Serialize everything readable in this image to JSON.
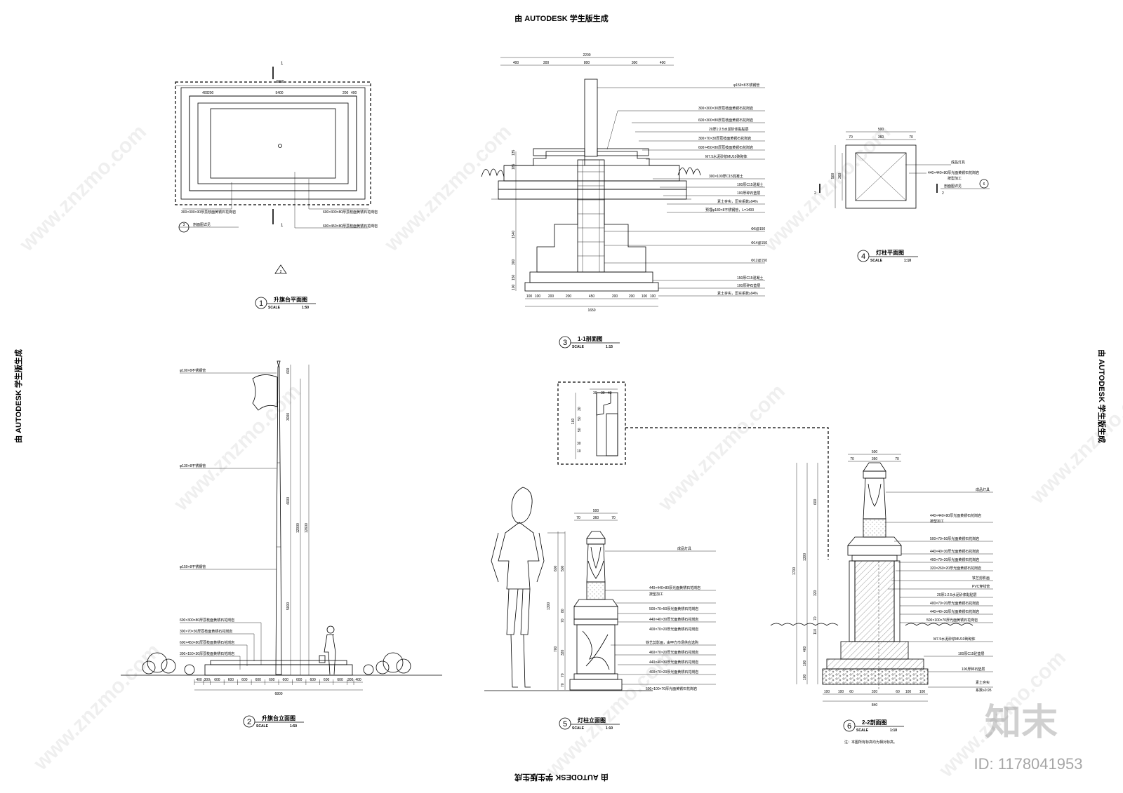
{
  "banners": {
    "top": "由 AUTODESK 学生版生成",
    "bottom": "由 AUTODESK 学生版生成",
    "left": "由 AUTODESK 学生版生成",
    "right": "由 AUTODESK 学生版生成"
  },
  "watermark": {
    "text": "www.znzmo.com",
    "logo": "知末",
    "id": "ID: 1178041953"
  },
  "drawings": [
    {
      "num": "1",
      "title": "升旗台平面图",
      "scale_word": "SCALE",
      "scale": "1:50"
    },
    {
      "num": "3",
      "title": "1-1剖面图",
      "scale_word": "SCALE",
      "scale": "1:15"
    },
    {
      "num": "4",
      "title": "灯柱平面图",
      "scale_word": "SCALE",
      "scale": "1:10"
    },
    {
      "num": "2",
      "title": "升旗台立面图",
      "scale_word": "SCALE",
      "scale": "1:50"
    },
    {
      "num": "5",
      "title": "灯柱立面图",
      "scale_word": "SCALE",
      "scale": "1:10"
    },
    {
      "num": "6",
      "title": "2-2剖面图",
      "scale_word": "SCALE",
      "scale": "1:10"
    }
  ],
  "plan": {
    "section_mark": "1",
    "callout_num": "3",
    "callout_text": "剖面图详见",
    "dims_top": [
      "400",
      "200",
      "5400",
      "200",
      "400"
    ],
    "total": "6800",
    "notes": [
      "300×300×30厚荔枝面黄锈石花岗岩",
      "600×300×80厚荔枝面黄锈石花岗岩",
      "600×450×80厚荔枝面黄锈石花岗岩"
    ]
  },
  "section11": {
    "dims_top_total": "2200",
    "dims_top": [
      "400",
      "300",
      "800",
      "300",
      "400"
    ],
    "dims_bottom": [
      "100",
      "100",
      "200",
      "200",
      "450",
      "200",
      "200",
      "100",
      "100"
    ],
    "dims_bottom_total": "1650",
    "dims_left": [
      "135",
      "185",
      "1540",
      "300",
      "150",
      "100"
    ],
    "notes": [
      "φ159×8不锈钢管",
      "300×300×30厚荔枝面黄锈石花岗岩",
      "600×300×80厚荔枝面黄锈石花岗岩",
      "20厚1:2.5水泥砂浆黏贴层",
      "300×70×30厚荔枝面黄锈石花岗岩",
      "600×450×80厚荔枝面黄锈石花岗岩",
      "M7.5水泥砂浆MU10砖砌体",
      "300×100厚C15混凝土",
      "100厚C15混凝土",
      "100厚碎石垫层",
      "素土夯实，压实系数≥94%",
      "预埋φ180×8不锈钢管，L=1400",
      "Φ6@150",
      "Φ14@150",
      "Φ12@150",
      "150厚C15混凝土",
      "100厚碎石垫层",
      "素土夯实，压实系数≥94%"
    ]
  },
  "lampplan": {
    "dims_top_total": "500",
    "dims_top": [
      "70",
      "360",
      "70"
    ],
    "dims_left_total": "500",
    "dims_left_mid": "360",
    "section_mark": "2",
    "notes": [
      "成品灯具",
      "440×440×80厚光面黄锈石花岗岩",
      "按型加工"
    ],
    "callout_text": "剖面图详见",
    "callout_num": "6"
  },
  "flagpole": {
    "notes": [
      "φ100×8不锈钢管",
      "φ130×8不锈钢管",
      "φ159×8不锈钢管",
      "600×300×80厚荔枝面黄锈石花岗岩",
      "300×70×30厚荔枝面黄锈石花岗岩",
      "600×450×80厚荔枝面黄锈石花岗岩",
      "300×150×30厚荔枝面黄锈石花岗岩"
    ],
    "dims_right": [
      "600",
      "3000",
      "4000",
      "5000"
    ],
    "dims_right_total1": "12000",
    "dims_right_total2": "12600",
    "dims_bottom": [
      "400",
      "300",
      "600",
      "600",
      "600",
      "600",
      "600",
      "600",
      "600",
      "600",
      "600",
      "600",
      "300",
      "400"
    ],
    "dims_bottom_total": "6800"
  },
  "detail": {
    "dims": [
      "30",
      "30",
      "40",
      "160",
      "30",
      "50",
      "50",
      "30",
      "10"
    ]
  },
  "lampelev": {
    "dims_top_total": "500",
    "dims_top": [
      "70",
      "360",
      "70"
    ],
    "dims_left": [
      "600",
      "500",
      "1300",
      "700",
      "320",
      "70",
      "80",
      "70",
      "70"
    ],
    "notes": [
      "成品灯具",
      "440×440×80厚光面黄锈石花岗岩",
      "按型加工",
      "500×70×50厚光面黄锈石花岗岩",
      "440×40×30厚光面黄锈石花岗岩",
      "400×70×20厚光面黄锈石花岗岩",
      "铁艺剪影画，由甲方市场供应选购",
      "460×70×20厚光面黄锈石花岗岩",
      "440×40×30厚光面黄锈石花岗岩",
      "400×70×20厚光面黄锈石花岗岩",
      "500×100×70厚光面黄锈石花岗岩"
    ]
  },
  "section22": {
    "dims_top_total": "500",
    "dims_top": [
      "70",
      "360",
      "70"
    ],
    "dims_left": [
      "600",
      "1300",
      "1700",
      "320",
      "70",
      "110",
      "460",
      "100",
      "100"
    ],
    "dims_bottom": [
      "100",
      "100",
      "60",
      "320",
      "60",
      "100",
      "100"
    ],
    "dims_bottom_total": "840",
    "notes": [
      "成品灯具",
      "440×440×80厚光面黄锈石花岗岩",
      "按型加工",
      "500×70×50厚光面黄锈石花岗岩",
      "440×40×30厚光面黄锈石花岗岩",
      "400×70×20厚光面黄锈石花岗岩",
      "320×260×20厚光面黄锈石花岗岩",
      "铁艺剪影画",
      "PVC穿线管",
      "20厚1:2.5水泥砂浆黏贴层",
      "400×70×20厚光面黄锈石花岗岩",
      "440×40×30厚光面黄锈石花岗岩",
      "500×100×70厚光面黄锈石花岗岩",
      "M7.5水泥砂浆MU10砖砌体",
      "100厚C15砼垫层",
      "100厚碎石垫层",
      "素土夯实",
      "系数≥0.95"
    ],
    "footnote": "注：本图所有标高均为相对标高。"
  }
}
